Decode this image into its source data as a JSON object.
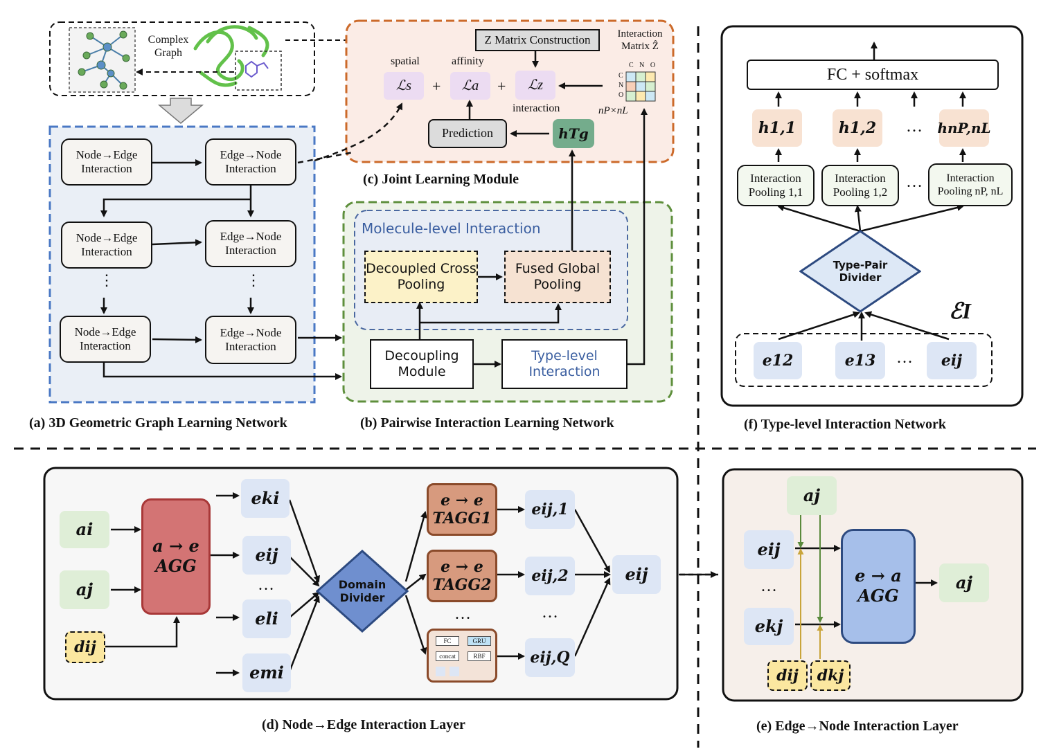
{
  "top_left": {
    "complex_graph_label": "Complex Graph"
  },
  "panel_a": {
    "caption": "(a) 3D Geometric Graph Learning Network",
    "ne1": "Node→Edge Interaction",
    "en1": "Edge→Node Interaction",
    "ne2": "Node→Edge Interaction",
    "en2": "Edge→Node Interaction",
    "ne3": "Node→Edge Interaction",
    "en3": "Edge→Node Interaction",
    "dots": "⋮"
  },
  "panel_b": {
    "caption": "(b) Pairwise Interaction Learning Network",
    "molecule_title": "Molecule-level Interaction",
    "decoupled": "Decoupled Cross Pooling",
    "fused": "Fused Global Pooling",
    "decoupling": "Decoupling Module",
    "type_level": "Type-level Interaction"
  },
  "panel_c": {
    "caption": "(c) Joint Learning Module",
    "z_construction": "Z Matrix Construction",
    "interaction_matrix": "Interaction Matrix Ẑ",
    "spatial": "spatial",
    "affinity": "affinity",
    "interaction": "interaction",
    "ls": "ℒs",
    "la": "ℒa",
    "lz": "ℒz",
    "plus": "+",
    "prediction": "Prediction",
    "htg": "hTg",
    "size": "nP×nL",
    "matrix_cols": "C N O",
    "matrix_rows": [
      "C",
      "N",
      "O"
    ]
  },
  "panel_f": {
    "caption": "(f) Type-level Interaction Network",
    "fc": "FC + softmax",
    "h11": "h1,1",
    "h12": "h1,2",
    "hnp": "hnP,nL",
    "pool11": "Interaction Pooling 1,1",
    "pool12": "Interaction Pooling 1,2",
    "poolnp": "Interaction Pooling nP, nL",
    "divider": "Type-Pair Divider",
    "ei_label": "ℰI",
    "e12": "e12",
    "e13": "e13",
    "eij": "eij",
    "dots": "…"
  },
  "panel_d": {
    "caption": "(d) Node→Edge Interaction Layer",
    "ai": "ai",
    "aj": "aj",
    "dij": "dij",
    "agg_top": "a → e",
    "agg_bottom": "AGG",
    "eki": "eki",
    "eij": "eij",
    "eli": "eli",
    "emi": "emi",
    "dots": "…",
    "domain": "Domain Divider",
    "tagg1": "TAGG1",
    "tagg2": "TAGG2",
    "tagg_top": "e → e",
    "eij1": "eij,1",
    "eij2": "eij,2",
    "eijq": "eij,Q",
    "eij_out": "eij",
    "mini_fc": "FC",
    "mini_gru": "GRU",
    "mini_concat": "concat",
    "mini_rbf": "RBF"
  },
  "panel_e": {
    "caption": "(e) Edge→Node Interaction Layer",
    "aj_top": "aj",
    "eij": "eij",
    "ekj": "ekj",
    "dots": "…",
    "agg_top": "e → a",
    "agg_bottom": "AGG",
    "aj_out": "aj",
    "dij": "dij",
    "dkj": "dkj"
  }
}
